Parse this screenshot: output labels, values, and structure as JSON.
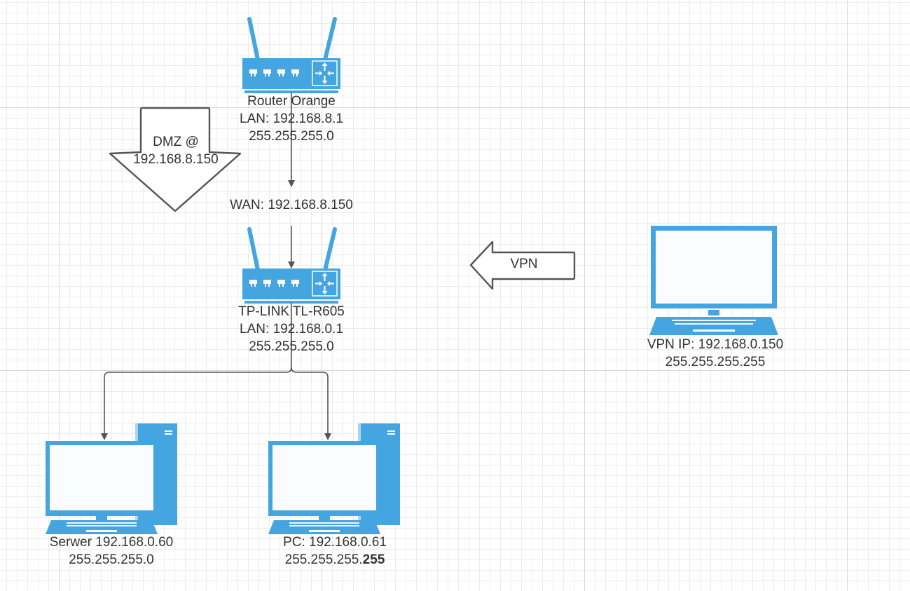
{
  "colors": {
    "device": "#45a5e0",
    "screen": "#fafcff",
    "connector": "#555555",
    "arrow_shape": "#555555",
    "text": "#333333"
  },
  "nodes": {
    "router_orange": {
      "icon": "wireless-router-icon",
      "lines": [
        "Router Orange",
        "LAN: 192.168.8.1",
        "255.255.255.0"
      ]
    },
    "wan": {
      "label": "WAN: 192.168.8.150"
    },
    "tplink": {
      "icon": "wireless-router-icon",
      "lines": [
        "TP-LINK TL-R605",
        "LAN: 192.168.0.1",
        "255.255.255.0"
      ]
    },
    "server": {
      "icon": "desktop-computer-icon",
      "lines": [
        "Serwer 192.168.0.60",
        "255.255.255.0"
      ]
    },
    "pc": {
      "icon": "desktop-computer-icon",
      "line1": "PC: 192.168.0.61",
      "line2_normal": "255.255.255.",
      "line2_bold": "255"
    },
    "vpn_client": {
      "icon": "laptop-icon",
      "lines": [
        "VPN IP: 192.168.0.150",
        "255.255.255.255"
      ]
    }
  },
  "annotations": {
    "dmz_arrow": {
      "icon": "down-arrow-shape",
      "lines": [
        "DMZ @",
        "192.168.8.150"
      ]
    },
    "vpn_arrow": {
      "icon": "left-arrow-shape",
      "label": "VPN"
    }
  }
}
